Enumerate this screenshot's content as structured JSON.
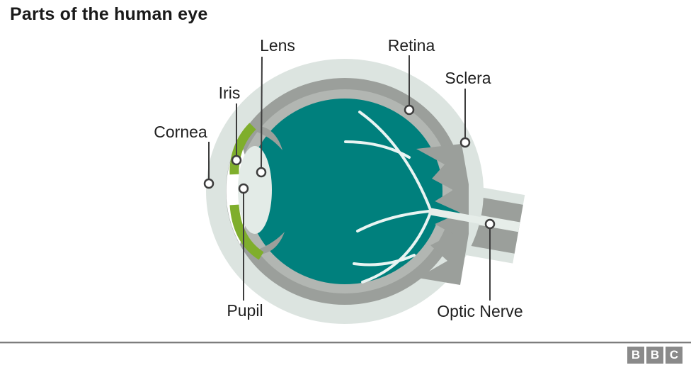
{
  "title": "Parts of the human eye",
  "diagram": {
    "labels": {
      "lens": "Lens",
      "retina": "Retina",
      "sclera": "Sclera",
      "iris": "Iris",
      "cornea": "Cornea",
      "pupil": "Pupil",
      "optic_nerve": "Optic Nerve"
    },
    "colors": {
      "outer_pale": "#dce4e0",
      "gray_ring": "#9b9f9b",
      "light_ring": "#b2b6b2",
      "retina_teal": "#00807d",
      "iris_green": "#7fae2c",
      "lens_pale": "#e3ebe7",
      "vessel_white": "#e9f4f2",
      "nerve_stripe": "#e6ede9",
      "marker_line": "#3d3d3d"
    }
  },
  "footer": {
    "logo_letters": [
      "B",
      "B",
      "C"
    ]
  }
}
